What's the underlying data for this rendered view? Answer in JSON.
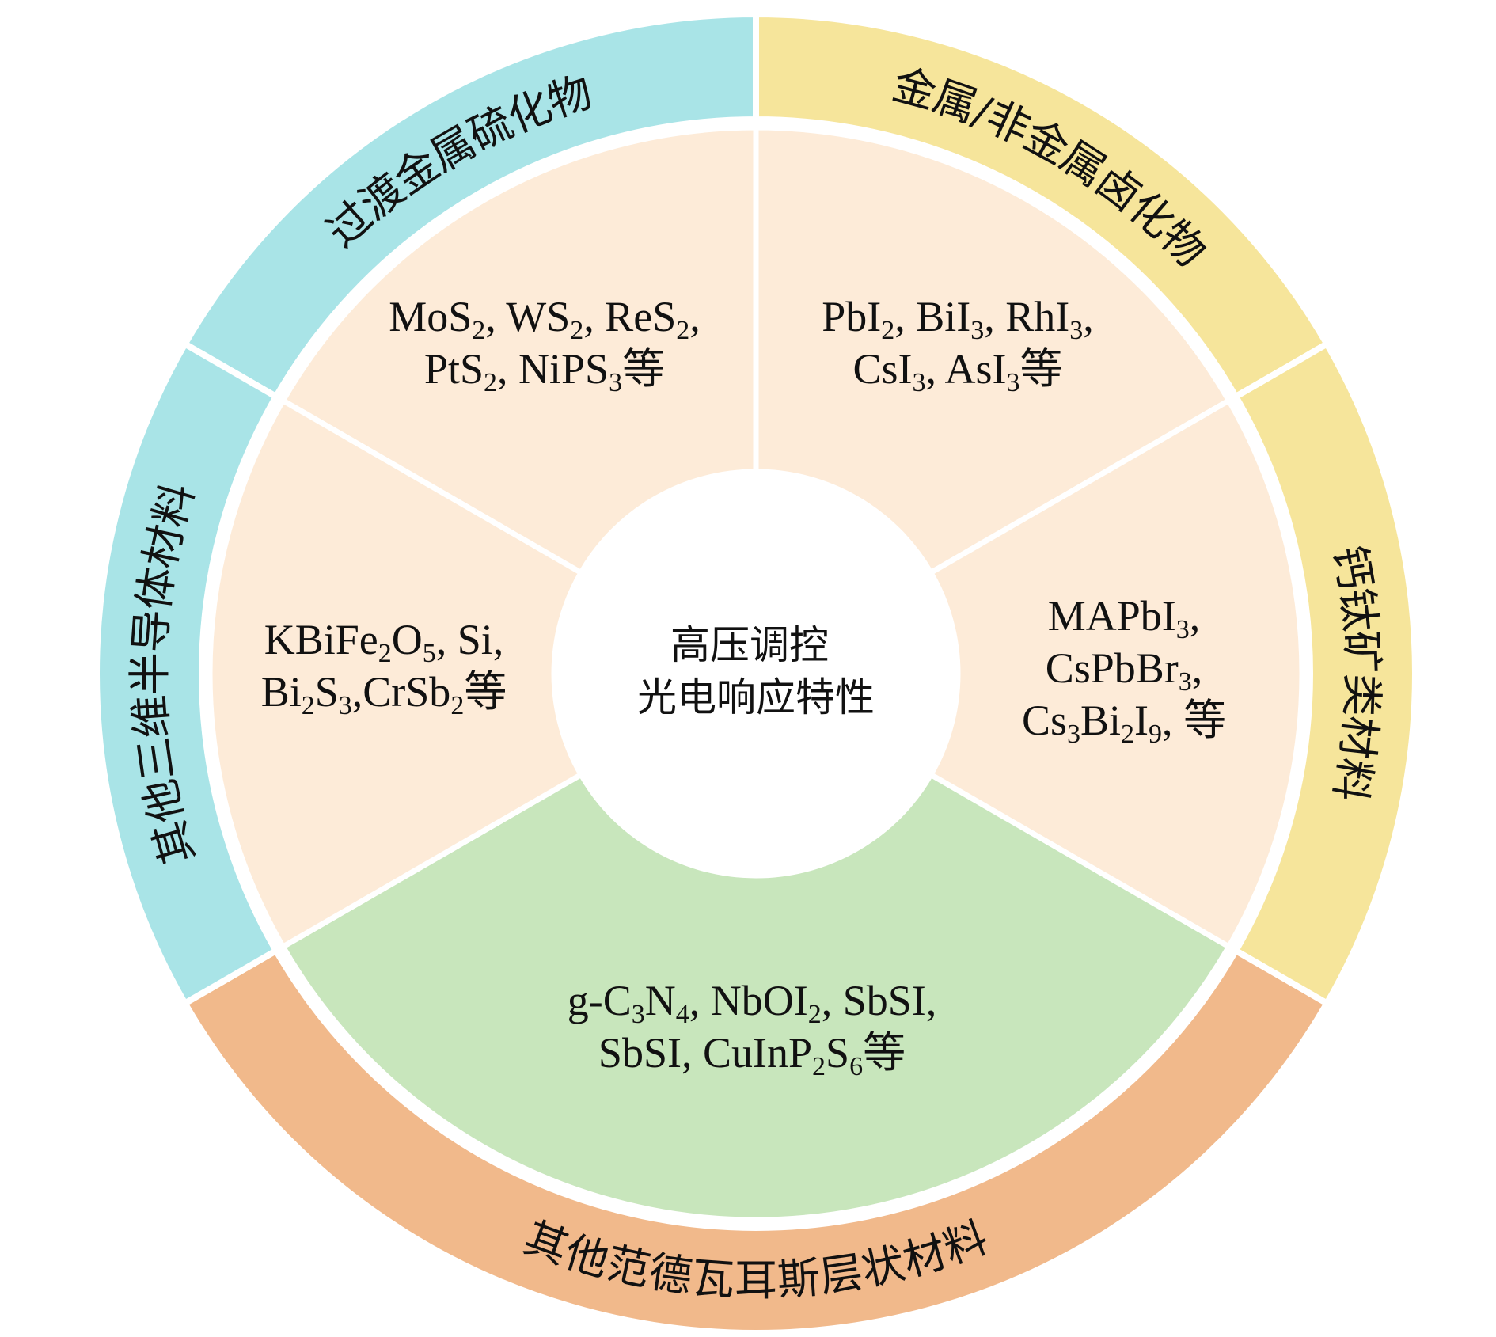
{
  "center": {
    "lines": [
      "高压调控",
      "光电响应特性"
    ],
    "color": "#ffffff"
  },
  "sectors": [
    {
      "id": "tmd",
      "label": "过渡金属硫化物",
      "angle_start": 90,
      "angle_end": 150,
      "ring_color": "#a9e4e7",
      "fill_color": "#fdebd8",
      "lines": [
        [
          {
            "t": "MoS"
          },
          {
            "sub": "2"
          },
          {
            "t": ", WS"
          },
          {
            "sub": "2"
          },
          {
            "t": ", ReS"
          },
          {
            "sub": "2"
          },
          {
            "t": ","
          }
        ],
        [
          {
            "t": "PtS"
          },
          {
            "sub": "2"
          },
          {
            "t": ", NiPS"
          },
          {
            "sub": "3"
          },
          {
            "t": "等"
          }
        ]
      ]
    },
    {
      "id": "metal-halide",
      "label": "金属/非金属卤化物",
      "angle_start": 30,
      "angle_end": 90,
      "ring_color": "#f6e59b",
      "fill_color": "#fdebd8",
      "lines": [
        [
          {
            "t": "PbI"
          },
          {
            "sub": "2"
          },
          {
            "t": ", BiI"
          },
          {
            "sub": "3"
          },
          {
            "t": ", RhI"
          },
          {
            "sub": "3"
          },
          {
            "t": ","
          }
        ],
        [
          {
            "t": "CsI"
          },
          {
            "sub": "3"
          },
          {
            "t": ", AsI"
          },
          {
            "sub": "3"
          },
          {
            "t": "等"
          }
        ]
      ]
    },
    {
      "id": "perovskite",
      "label": "钙钛矿类材料",
      "angle_start": -30,
      "angle_end": 30,
      "ring_color": "#f6e59b",
      "fill_color": "#fdebd8",
      "lines": [
        [
          {
            "t": "MAPbI"
          },
          {
            "sub": "3"
          },
          {
            "t": ","
          }
        ],
        [
          {
            "t": "CsPbBr"
          },
          {
            "sub": "3"
          },
          {
            "t": ","
          }
        ],
        [
          {
            "t": "Cs"
          },
          {
            "sub": "3"
          },
          {
            "t": "Bi"
          },
          {
            "sub": "2"
          },
          {
            "t": "I"
          },
          {
            "sub": "9"
          },
          {
            "t": ", 等"
          }
        ]
      ]
    },
    {
      "id": "vdw",
      "label": "其他范德瓦耳斯层状材料",
      "angle_start": 210,
      "angle_end": 330,
      "ring_color": "#f1b98b",
      "fill_color": "#c8e6bc",
      "lines": [
        [
          {
            "t": "g-C"
          },
          {
            "sub": "3"
          },
          {
            "t": "N"
          },
          {
            "sub": "4"
          },
          {
            "t": ", NbOI"
          },
          {
            "sub": "2"
          },
          {
            "t": ", SbSI,"
          }
        ],
        [
          {
            "t": "SbSI, CuInP"
          },
          {
            "sub": "2"
          },
          {
            "t": "S"
          },
          {
            "sub": "6"
          },
          {
            "t": "等"
          }
        ]
      ]
    },
    {
      "id": "other-3d",
      "label": "其他三维半导体材料",
      "angle_start": 150,
      "angle_end": 210,
      "ring_color": "#a9e4e7",
      "fill_color": "#fdebd8",
      "lines": [
        [
          {
            "t": "KBiFe"
          },
          {
            "sub": "2"
          },
          {
            "t": "O"
          },
          {
            "sub": "5"
          },
          {
            "t": ", Si,"
          }
        ],
        [
          {
            "t": "Bi"
          },
          {
            "sub": "2"
          },
          {
            "t": "S"
          },
          {
            "sub": "3"
          },
          {
            "t": ",CrSb"
          },
          {
            "sub": "2"
          },
          {
            "t": "等"
          }
        ]
      ]
    }
  ]
}
